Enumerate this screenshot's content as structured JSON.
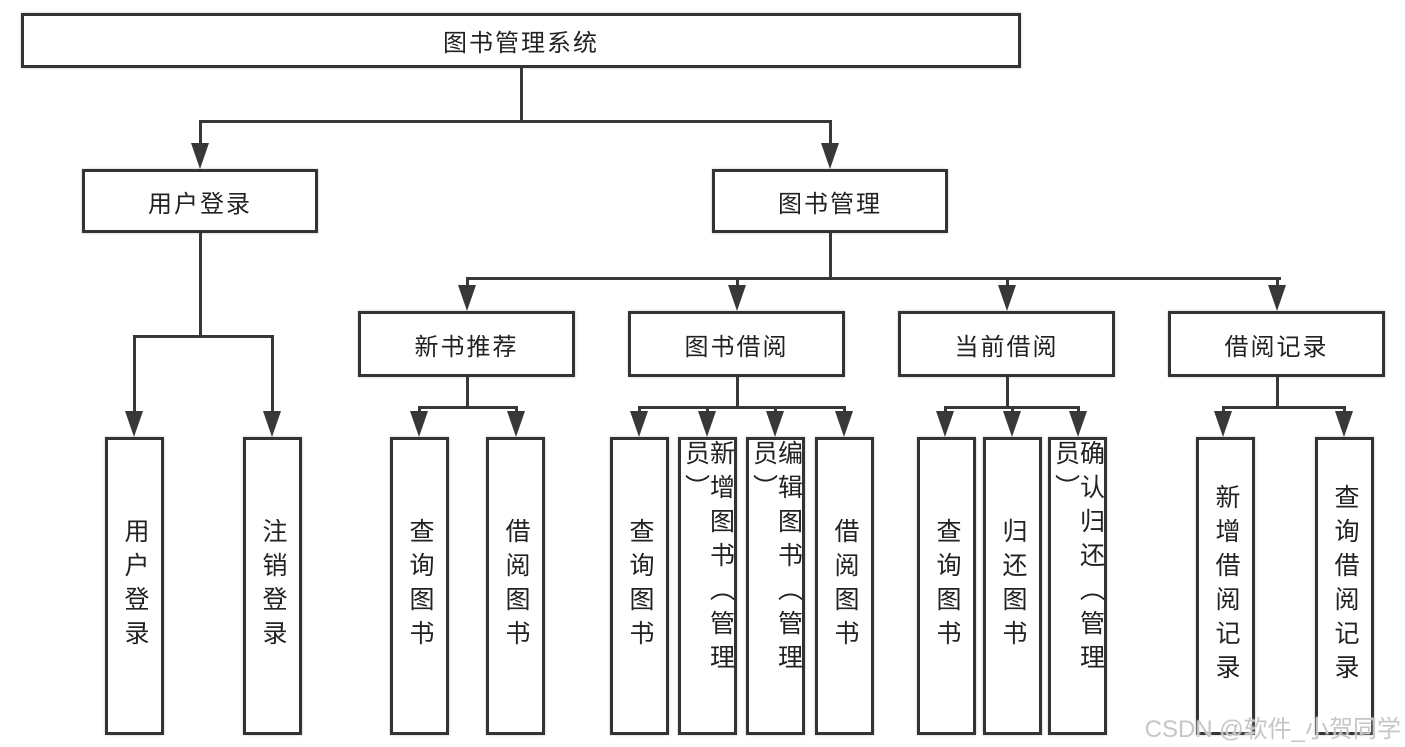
{
  "diagram": {
    "root": {
      "label": "图书管理系统"
    },
    "level2": [
      {
        "label": "用户登录"
      },
      {
        "label": "图书管理"
      }
    ],
    "level3": [
      {
        "label": "新书推荐",
        "parent": "图书管理"
      },
      {
        "label": "图书借阅",
        "parent": "图书管理"
      },
      {
        "label": "当前借阅",
        "parent": "图书管理"
      },
      {
        "label": "借阅记录",
        "parent": "图书管理"
      }
    ],
    "leaves": [
      {
        "label": "用户登录",
        "parent": "用户登录"
      },
      {
        "label": "注销登录",
        "parent": "用户登录"
      },
      {
        "label": "查询图书",
        "parent": "新书推荐"
      },
      {
        "label": "借阅图书",
        "parent": "新书推荐"
      },
      {
        "label": "查询图书",
        "parent": "图书借阅"
      },
      {
        "label": "新增图书（管理员）",
        "parent": "图书借阅"
      },
      {
        "label": "编辑图书（管理员）",
        "parent": "图书借阅"
      },
      {
        "label": "借阅图书",
        "parent": "图书借阅"
      },
      {
        "label": "查询图书",
        "parent": "当前借阅"
      },
      {
        "label": "归还图书",
        "parent": "当前借阅"
      },
      {
        "label": "确认归还（管理员）",
        "parent": "当前借阅"
      },
      {
        "label": "新增借阅记录",
        "parent": "借阅记录"
      },
      {
        "label": "查询借阅记录",
        "parent": "借阅记录"
      }
    ]
  },
  "watermark": "CSDN @软件_小贺同学",
  "colors": {
    "line": "#383838",
    "box_border": "#333333",
    "text": "#222222",
    "watermark": "#c6c6c6",
    "background": "#ffffff"
  }
}
